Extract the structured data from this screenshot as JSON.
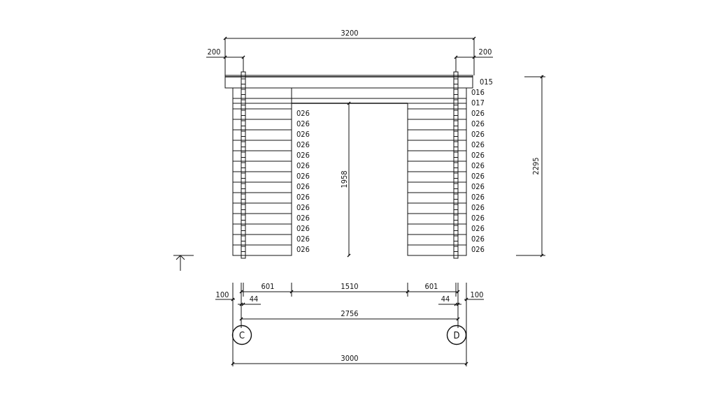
{
  "drawing": {
    "dimensions": {
      "roof_width": "3200",
      "roof_overhang_left": "200",
      "roof_overhang_right": "200",
      "total_height": "2295",
      "door_height": "1958",
      "wall_left": "601",
      "door_width": "1510",
      "wall_right": "601",
      "offset_left": "100",
      "offset_right": "100",
      "post_left": "44",
      "post_right": "44",
      "axis_distance": "2756",
      "base_width": "3000"
    },
    "axes": [
      "C",
      "D"
    ],
    "left_log_labels": [
      "026",
      "026",
      "026",
      "026",
      "026",
      "026",
      "026",
      "026",
      "026",
      "026",
      "026",
      "026",
      "026",
      "026"
    ],
    "right_log_labels": [
      "015",
      "016",
      "017",
      "026",
      "026",
      "026",
      "026",
      "026",
      "026",
      "026",
      "026",
      "026",
      "026",
      "026",
      "026",
      "026",
      "026"
    ],
    "colors": {
      "line": "#111111",
      "background": "#ffffff"
    }
  }
}
